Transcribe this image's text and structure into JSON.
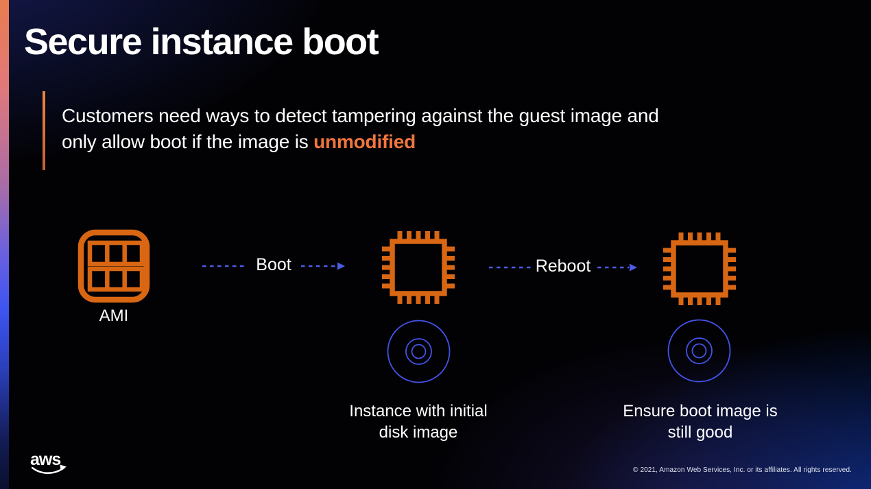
{
  "slide": {
    "title": "Secure instance boot",
    "quote": {
      "line1": "Customers need ways to detect tampering against the guest image and",
      "line2_prefix": "only allow boot if the image is ",
      "highlight": "unmodified"
    },
    "diagram": {
      "ami_label": "AMI",
      "boot_label": "Boot",
      "reboot_label": "Reboot",
      "caption1_line1": "Instance with initial",
      "caption1_line2": "disk image",
      "caption2_line1": "Ensure boot image is",
      "caption2_line2": "still good"
    },
    "footer": {
      "logo_text": "aws",
      "copyright": "© 2021, Amazon Web Services, Inc. or its affiliates. All rights reserved."
    },
    "icons": {
      "ami": "ami-grid-icon",
      "instance": "chip-icon",
      "disk": "disk-icon",
      "logo": "aws-smile-logo"
    },
    "colors": {
      "icon_orange": "#D86613",
      "highlight_orange": "#F2753E",
      "arrow_blue": "#4D5CE5",
      "disk_blue": "#4353E8",
      "stripe_top": "#E97C4E",
      "stripe_blue": "#3E55F2"
    }
  }
}
